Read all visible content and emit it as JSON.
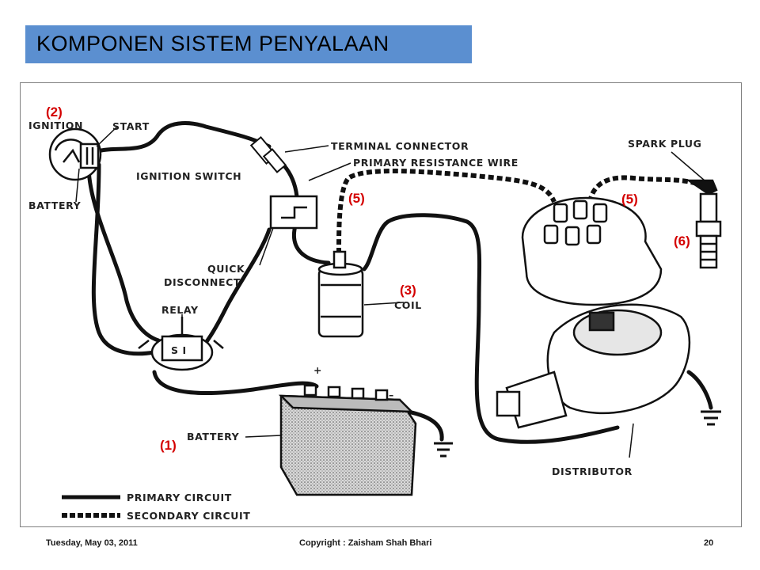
{
  "slide": {
    "title": "KOMPONEN  SISTEM  PENYALAAN",
    "footer": {
      "date": "Tuesday, May 03, 2011",
      "copyright": "Copyright :  Zaisham Shah Bhari",
      "page": "20"
    }
  },
  "diagram": {
    "labels": {
      "ignition": "IGNITION",
      "start": "START",
      "battery_terminal": "BATTERY",
      "ignition_switch": "IGNITION SWITCH",
      "terminal_connector": "TERMINAL CONNECTOR",
      "primary_resistance_wire": "PRIMARY RESISTANCE WIRE",
      "spark_plug": "SPARK PLUG",
      "quick_disconnect_1": "QUICK",
      "quick_disconnect_2": "DISCONNECT",
      "relay": "RELAY",
      "relay_mark": "S I",
      "coil": "COIL",
      "battery": "BATTERY",
      "plus": "+",
      "minus": "–",
      "distributor": "DISTRIBUTOR",
      "primary_circuit": "PRIMARY CIRCUIT",
      "secondary_circuit": "SECONDARY CIRCUIT"
    },
    "callouts": {
      "battery": "(1)",
      "ignition": "(2)",
      "coil": "(3)",
      "hv_wire_coil": "(5)",
      "hv_wire_plug": "(5)",
      "spark_plug": "(6)"
    },
    "colors": {
      "callout": "#d40000",
      "title_bar": "#5b8fd0",
      "wire": "#111111"
    }
  }
}
